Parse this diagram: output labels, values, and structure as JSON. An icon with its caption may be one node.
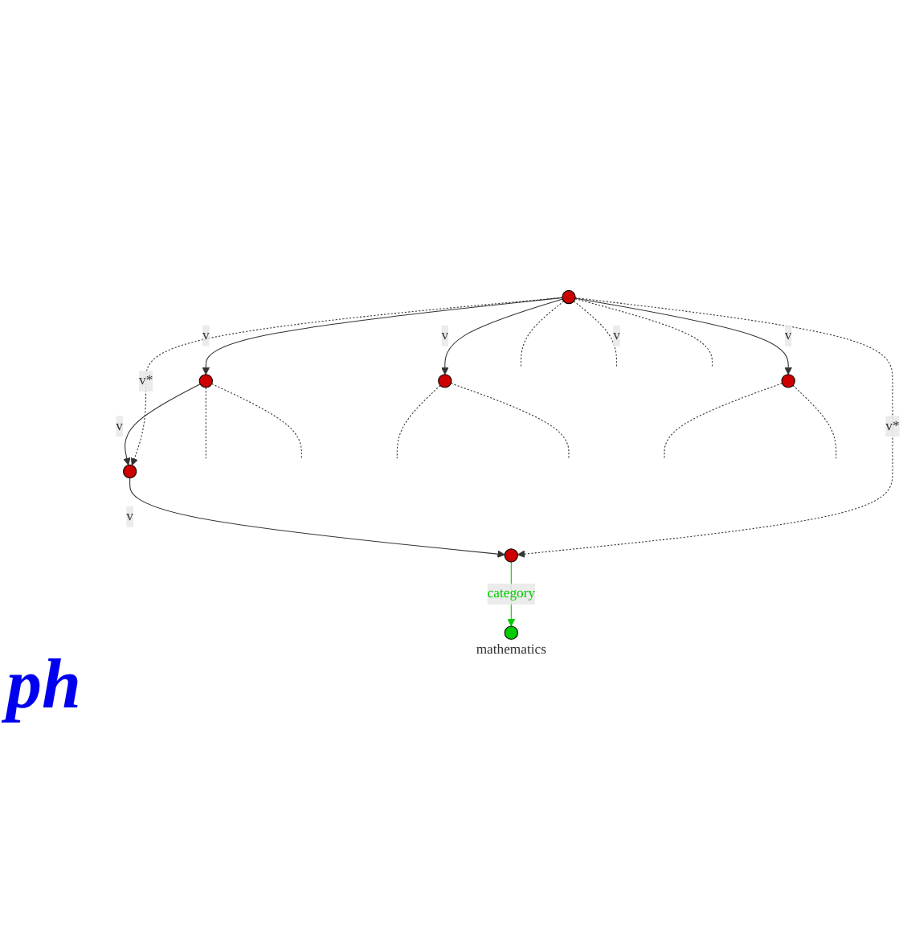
{
  "diagram": {
    "nodes": [
      {
        "text": [],
        "shape": "circle"
      },
      {
        "text": [],
        "shape": "circle"
      },
      {
        "text": [],
        "shape": "circle"
      },
      {
        "text": [],
        "shape": "circle"
      },
      {
        "text": [],
        "shape": "circle"
      },
      {
        "text": [],
        "shape": "circle"
      },
      {
        "text": [],
        "shape": "circle",
        "beside": [
          "mathematics"
        ]
      }
    ],
    "edges": [
      {
        "from": 0,
        "to": 1,
        "arrow": "to",
        "label": "v"
      },
      {
        "from": 0,
        "to": 2,
        "arrow": "to",
        "label": "v"
      },
      {
        "from": 0,
        "to": 3,
        "arrow": "to",
        "label": "v"
      },
      {
        "from": 1,
        "to": 4,
        "arrow": "to",
        "label": "v"
      },
      {
        "from": 4,
        "to": 5,
        "arrow": "to",
        "label": "v"
      },
      {
        "from": 0,
        "to": 4,
        "arrow": "to",
        "label": "v*",
        "style": "dashed"
      },
      {
        "from": 0,
        "to": 5,
        "arrow": "to",
        "label": "v*",
        "style": "dashed"
      },
      {
        "from": 5,
        "to": 6,
        "arrow": "to",
        "label": "category",
        "color": "#00cc00"
      },
      {
        "from": 0,
        "to": null,
        "arrow": "none",
        "style": "dashed"
      },
      {
        "from": 0,
        "to": null,
        "arrow": "none",
        "style": "dashed",
        "label": "v"
      },
      {
        "from": 0,
        "to": null,
        "arrow": "none",
        "style": "dashed"
      },
      {
        "from": 1,
        "to": null,
        "arrow": "none",
        "style": "dashed"
      },
      {
        "from": 1,
        "to": null,
        "arrow": "none",
        "style": "dashed"
      },
      {
        "from": 2,
        "to": null,
        "arrow": "none",
        "style": "dashed"
      },
      {
        "from": 2,
        "to": null,
        "arrow": "none",
        "style": "dashed"
      },
      {
        "from": 3,
        "to": null,
        "arrow": "none",
        "style": "dashed"
      },
      {
        "from": 3,
        "to": null,
        "arrow": "none",
        "style": "dashed"
      }
    ],
    "labels": [
      "ph"
    ]
  }
}
